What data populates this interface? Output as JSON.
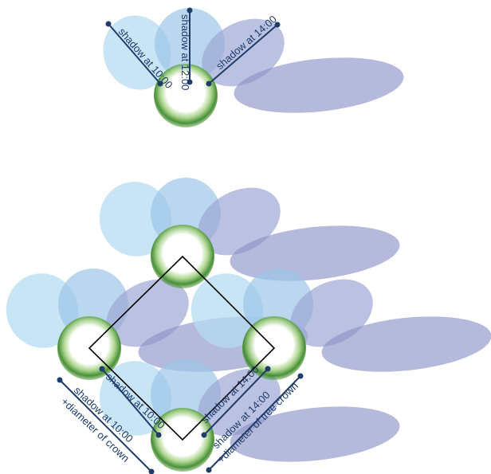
{
  "colors": {
    "shadow_morning": "#b5dcf3",
    "shadow_noon": "#9cc6e8",
    "shadow_afternoon": "#9ea6d3",
    "shadow_long": "#8e94c7",
    "crown_green": "#3f8a2e",
    "crown_light": "#8cc46a",
    "guide_line": "#1f3c6b",
    "grid_line": "#000000",
    "label": "#1d3a6b"
  },
  "top_diagram": {
    "labels": {
      "shadow_1000": "shadow at 10:00",
      "shadow_1200": "shadow at 12:00",
      "shadow_1400": "shadow at 14:00"
    }
  },
  "planting_grid": {
    "labels": {
      "diag_left_inner": "shadow at 10:00",
      "diag_right_inner": "shadow at 14:00",
      "diag_left_outer_line1": "shadow at 10:00",
      "diag_left_outer_line2": "+diameter of crown",
      "diag_right_outer_line1": "shadow at 14:00",
      "diag_right_outer_line2": "+diameter of tree crown"
    }
  }
}
